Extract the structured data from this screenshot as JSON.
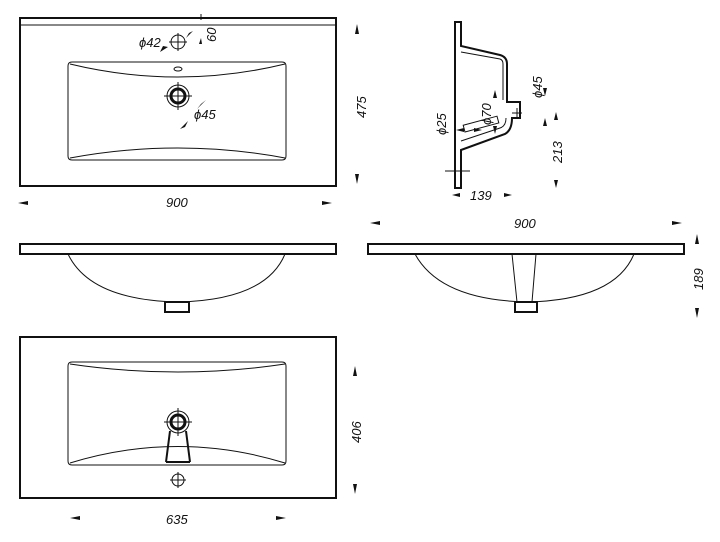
{
  "top_view": {
    "tap_hole": "ϕ42",
    "tap_offset": "60",
    "drain": "ϕ45",
    "depth": "475",
    "width": "900"
  },
  "side_view": {
    "overflow": "ϕ25",
    "drain_pipe": "ϕ70",
    "outlet": "ϕ45",
    "height": "213",
    "depth": "139"
  },
  "front_view": {
    "width": "900",
    "height": "189"
  },
  "bottom_view": {
    "depth": "406",
    "width": "635"
  }
}
